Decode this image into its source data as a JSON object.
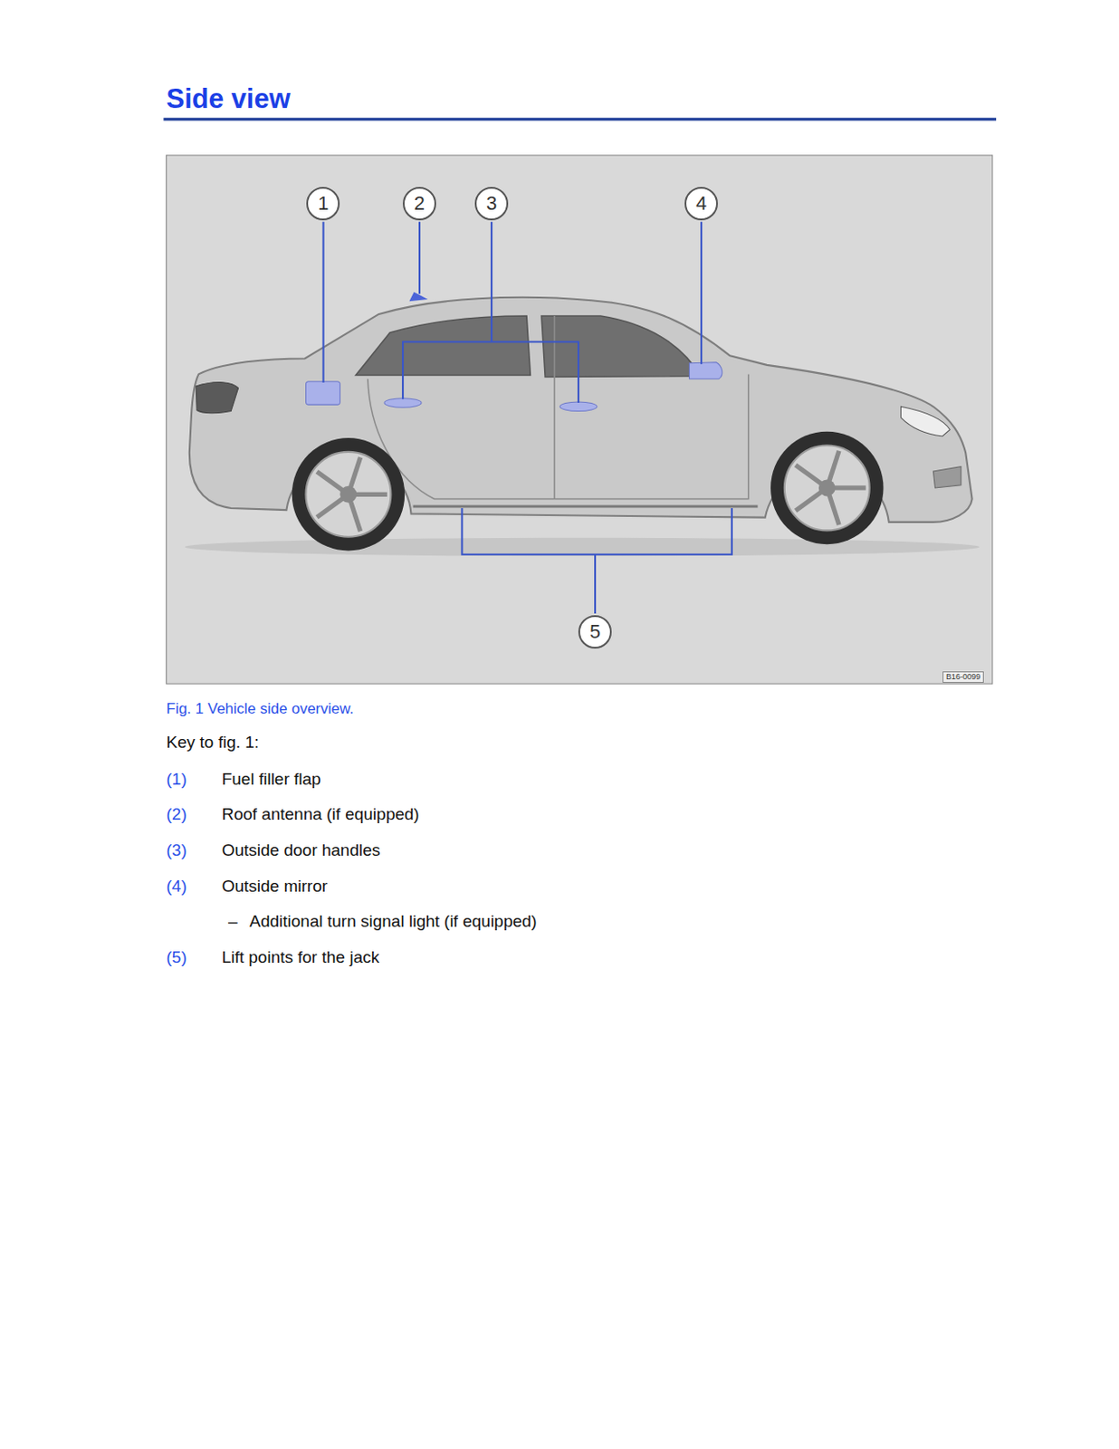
{
  "diagram": {
    "title": "Side view",
    "caption": "Fig. 1 Vehicle side overview.",
    "nodes": [
      {
        "text": [
          "1"
        ]
      },
      {
        "text": [
          "2"
        ]
      },
      {
        "text": [
          "3"
        ]
      },
      {
        "text": [
          "4"
        ]
      },
      {
        "text": [
          "5"
        ]
      }
    ],
    "labels": [
      "B16-0099",
      "Key to fig. 1:",
      "(1)",
      "Fuel filler flap",
      "(2)",
      "Roof antenna (if equipped)",
      "(3)",
      "Outside door handles",
      "(4)",
      "Outside mirror",
      "–",
      "Additional turn signal light (if equipped)",
      "(5)",
      "Lift points for the jack"
    ]
  }
}
